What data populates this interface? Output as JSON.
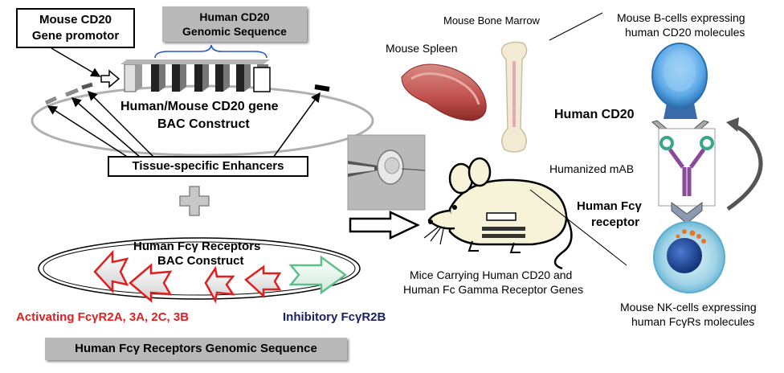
{
  "boxes": {
    "promoter": "Mouse CD20\nGene promotor",
    "cd20_genomic": "Human CD20\nGenomic Sequence",
    "enhancers": "Tissue-specific Enhancers",
    "fcg_genomic": "Human Fcγ Receptors Genomic Sequence"
  },
  "labels": {
    "bac_cd20_line1": "Human/Mouse CD20 gene",
    "bac_cd20_line2": "BAC Construct",
    "bac_fcg_line1": "Human Fcγ Receptors",
    "bac_fcg_line2": "BAC Construct",
    "activating": "Activating FcγR2A, 3A, 2C, 3B",
    "inhibitory": "Inhibitory FcγR2B",
    "mouse_spleen": "Mouse Spleen",
    "mouse_bone_marrow": "Mouse Bone Marrow",
    "b_cells_line1": "Mouse B-cells expressing",
    "b_cells_line2": "human CD20 molecules",
    "human_cd20": "Human CD20",
    "humanized_mab": "Humanized mAB",
    "human_fcg_line1": "Human Fcγ",
    "human_fcg_line2": "receptor",
    "mice_line1": "Mice Carrying Human CD20 and",
    "mice_line2": "Human Fc Gamma Receptor Genes",
    "nk_line1": "Mouse NK-cells expressing",
    "nk_line2": "human FcγRs molecules"
  },
  "colors": {
    "activating": "#e02020",
    "inhibitory": "#1a2060",
    "grey_box": "#b9b9b9",
    "b_cell": "#5aa8e8",
    "nk_cell": "#9fd3e6",
    "spleen": "#c0504d",
    "antibody_teal": "#3aa68a",
    "antibody_purple": "#8a4a9a"
  },
  "icons": [
    "plus-icon",
    "mouse-icon",
    "b-cell-icon",
    "nk-cell-icon",
    "antibody-icon",
    "spleen-icon",
    "bone-icon",
    "cycle-arrow-icon"
  ]
}
